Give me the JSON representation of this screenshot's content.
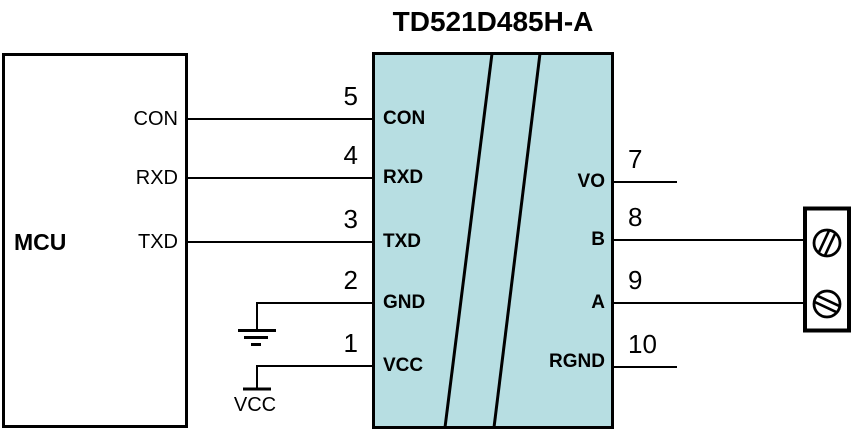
{
  "title": "TD521D485H-A",
  "mcu": {
    "label": "MCU",
    "pins": [
      {
        "label": "CON"
      },
      {
        "label": "RXD"
      },
      {
        "label": "TXD"
      }
    ]
  },
  "transceiver": {
    "left_pins": [
      {
        "number": "5",
        "label": "CON"
      },
      {
        "number": "4",
        "label": "RXD"
      },
      {
        "number": "3",
        "label": "TXD"
      },
      {
        "number": "2",
        "label": "GND"
      },
      {
        "number": "1",
        "label": "VCC"
      }
    ],
    "right_pins": [
      {
        "number": "7",
        "label": "VO"
      },
      {
        "number": "8",
        "label": "B"
      },
      {
        "number": "9",
        "label": "A"
      },
      {
        "number": "10",
        "label": "RGND"
      }
    ]
  },
  "power": {
    "vcc_label": "VCC"
  },
  "icons": {
    "ground": "ground-icon",
    "vcc_supply": "vcc-supply-icon",
    "screw_terminal": "screw-terminal-icon"
  },
  "colors": {
    "background": "#ffffff",
    "line": "#000000",
    "chip_fill": "#b7dee2"
  }
}
